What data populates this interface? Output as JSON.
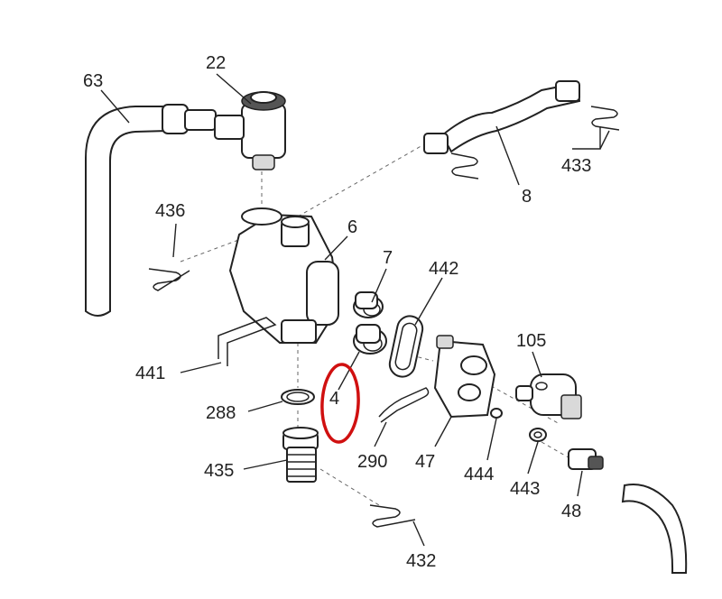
{
  "labels": {
    "l63": "63",
    "l22": "22",
    "l8": "8",
    "l433": "433",
    "l436": "436",
    "l6": "6",
    "l7": "7",
    "l442": "442",
    "l105": "105",
    "l441": "441",
    "l4": "4",
    "l288": "288",
    "l290": "290",
    "l47": "47",
    "l444": "444",
    "l443": "443",
    "l435": "435",
    "l48": "48",
    "l432": "432"
  },
  "highlight": {
    "part": "4",
    "color": "#d01010"
  }
}
